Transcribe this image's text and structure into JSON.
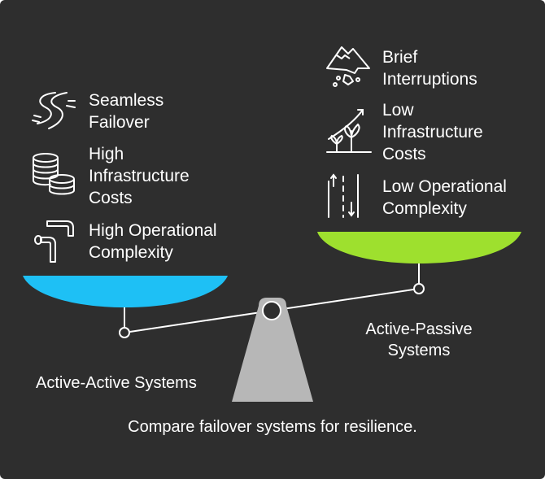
{
  "left_side": {
    "items": [
      {
        "label": "Seamless\nFailover",
        "icon": "winding-road-icon"
      },
      {
        "label": "High\nInfrastructure\nCosts",
        "icon": "coin-stack-icon"
      },
      {
        "label": "High Operational\nComplexity",
        "icon": "pipe-icon"
      }
    ],
    "caption": "Active-Active Systems",
    "pan_color": "#1ec0f5"
  },
  "right_side": {
    "items": [
      {
        "label": "Brief\nInterruptions",
        "icon": "mountain-landslide-icon"
      },
      {
        "label": "Low\nInfrastructure\nCosts",
        "icon": "growing-plants-icon"
      },
      {
        "label": "Low Operational\nComplexity",
        "icon": "road-lanes-icon"
      }
    ],
    "caption": "Active-Passive\nSystems",
    "pan_color": "#9ee02e"
  },
  "footer": {
    "caption": "Compare failover systems for resilience."
  },
  "colors": {
    "background": "#2e2e2e",
    "text": "#ffffff",
    "fulcrum": "#b7b7b7",
    "beam": "#ffffff"
  }
}
